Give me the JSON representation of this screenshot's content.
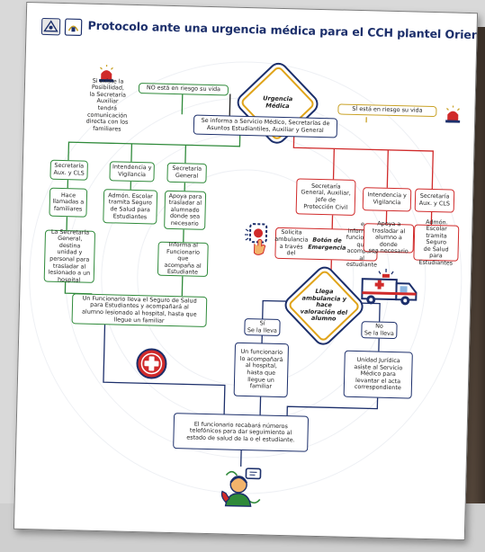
{
  "title": "Protocolo ante una urgencia médica  para el CCH plantel Oriente",
  "center_diamond": "Urgencia\nMédica",
  "left_top": "NO está en riesgo su vida",
  "left_info": "Si existe la Posibilidad,\nla Secretaría Auxiliar\ntendrá comunicación\ndirecta con los\nfamiliares",
  "right_top": "SÍ está en riesgo su vida",
  "inform_box": "Se informa a Servicio Médico, Secretarías de\nAsuntos Estudiantiles, Auxiliar y General",
  "left_branch": {
    "heads": [
      "Secretaría\nAux. y CLS",
      "Intendencia y\nVigilancia",
      "Secretaría\nGeneral"
    ],
    "actions": [
      "Hace\nllamadas a\nfamiliares",
      "Admón. Escolar\ntramita Seguro\nde Salud para\nEstudiantes",
      "Apoya para\ntrasladar al\nalumnado\ndonde sea\nnecesario"
    ],
    "sec_general": "La Secretaría\nGeneral, destina\nunidad y\npersonal para\ntrasladar al\nlesionado a un\nhospital",
    "informa": "Informa al\nFuncionario que\nacompaña al\nEstudiante",
    "funcionario": "Un Funcionario lleva el Seguro de Salud\npara Estudiantes y acompañará al\nalumno lesionado al hospital, hasta que\nllegue un familiar"
  },
  "right_branch": {
    "heads": [
      "Secretaría\nGeneral, Auxiliar,\nJefe de\nProtección Civil",
      "Intendencia y\nVigilancia",
      "Secretaría\nAux. y CLS"
    ],
    "solicita_pre": "Solicita ambulancia a través\ndel ",
    "solicita_em": "Botón de Emergencia",
    "solicita_post": " e\ninforma al funcionario que\nacompaña al estudiante",
    "apoya": "Apoya a\ntrasladar al\nalumno a donde\nsea necesario",
    "admon": "Admón. Escolar\ntramita Seguro\nde Salud para\nEstudiantes"
  },
  "second_diamond": "Llega\nambulancia y\nhace\nvaloración del\nalumno",
  "si_lleva": "Sí\nSe la lleva",
  "no_lleva": "No\nSe la lleva",
  "si_action": "Un funcionario\nlo acompañará\nal hospital,\nhasta que\nllegue un\nfamiliar",
  "no_action": "Unidad Jurídica\nasiste al Servicio\nMédico para\nlevantar el acta\ncorrespondiente",
  "final": "El funcionario recabará números\ntelefónicos para dar seguimiento al\nestado de salud de la o el estudiante.",
  "colors": {
    "navy": "#1c2f6b",
    "green": "#2f8a3a",
    "red": "#d02a2a",
    "yellow": "#c9a227",
    "gold": "#e0a41a"
  }
}
